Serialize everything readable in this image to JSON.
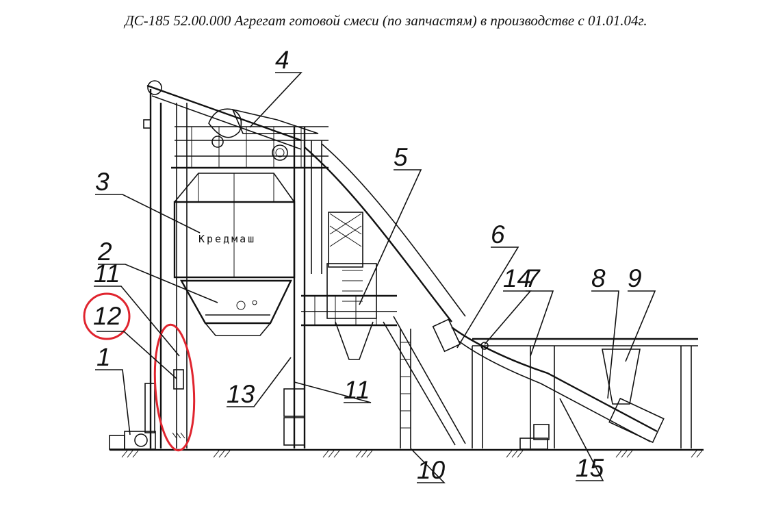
{
  "title": "ДС-185 52.00.000  Агрегат готовой смеси  (по запчастям) в производстве с 01.01.04г.",
  "brand_label": "Кредмаш",
  "callouts": [
    "4",
    "3",
    "5",
    "6",
    "2",
    "11",
    "14",
    "7",
    "8",
    "9",
    "12",
    "1",
    "13",
    "11",
    "10",
    "15"
  ],
  "colors": {
    "ink": "#111111",
    "highlight": "#e0242e",
    "background": "#ffffff"
  }
}
